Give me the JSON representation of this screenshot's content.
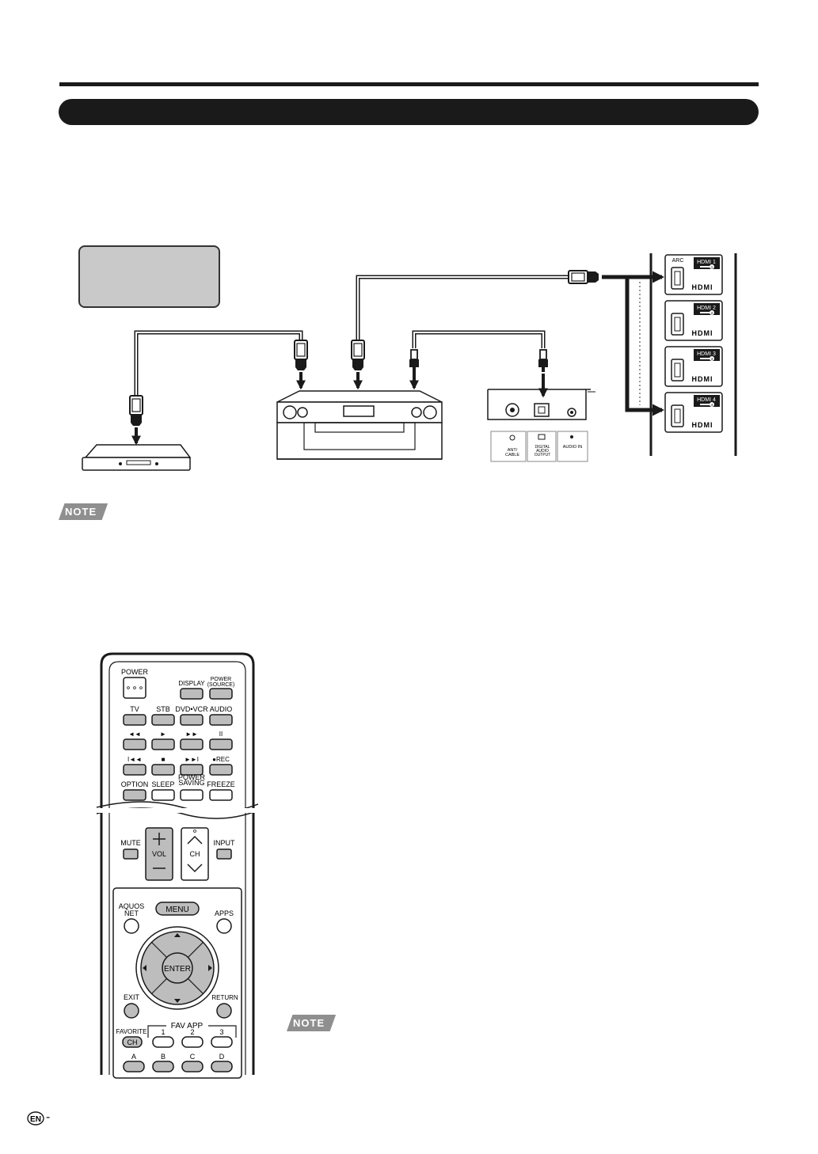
{
  "header": {
    "section_title": ""
  },
  "connection_diagram": {
    "hdmi_ports": [
      {
        "name": "HDMI 1",
        "number": "1",
        "extra_label": "ARC",
        "logo": "HDMI"
      },
      {
        "name": "HDMI 2",
        "number": "2",
        "extra_label": "",
        "logo": "HDMI"
      },
      {
        "name": "HDMI 3",
        "number": "3",
        "extra_label": "",
        "logo": "HDMI"
      },
      {
        "name": "HDMI 4",
        "number": "4",
        "extra_label": "",
        "logo": "HDMI"
      }
    ],
    "tv_jacks": [
      {
        "label": "ANT/\nCABLE",
        "icon": "antenna-jack-icon"
      },
      {
        "label": "DIGITAL\nAUDIO\nOUTPUT",
        "icon": "optical-jack-icon"
      },
      {
        "label": "AUDIO IN",
        "icon": "audio-jack-icon"
      }
    ]
  },
  "notes": {
    "badge_label": "NOTE"
  },
  "remote": {
    "top_rows": [
      [
        "POWER",
        "DISPLAY",
        "POWER\n(SOURCE)"
      ],
      [
        "TV",
        "STB",
        "DVD•VCR",
        "AUDIO"
      ],
      [
        "◄◄",
        "►",
        "►►",
        "II"
      ],
      [
        "I◄◄",
        "■",
        "►►I",
        "●REC"
      ],
      [
        "OPTION",
        "SLEEP",
        "POWER\nSAVING",
        "FREEZE"
      ]
    ],
    "middle": {
      "mute": "MUTE",
      "vol": "VOL",
      "ch": "CH",
      "input": "INPUT"
    },
    "nav": {
      "aquos_net": "AQUOS\nNET",
      "menu": "MENU",
      "apps": "APPS",
      "enter": "ENTER",
      "exit": "EXIT",
      "return": "RETURN"
    },
    "bottom": {
      "favorite": "FAVORITE",
      "favorite_ch": "CH",
      "fav_app": "FAV APP",
      "fav_numbers": [
        "1",
        "2",
        "3"
      ],
      "color_keys": [
        "A",
        "B",
        "C",
        "D"
      ]
    }
  },
  "footer": {
    "language_badge": "EN",
    "page_separator": "-"
  }
}
